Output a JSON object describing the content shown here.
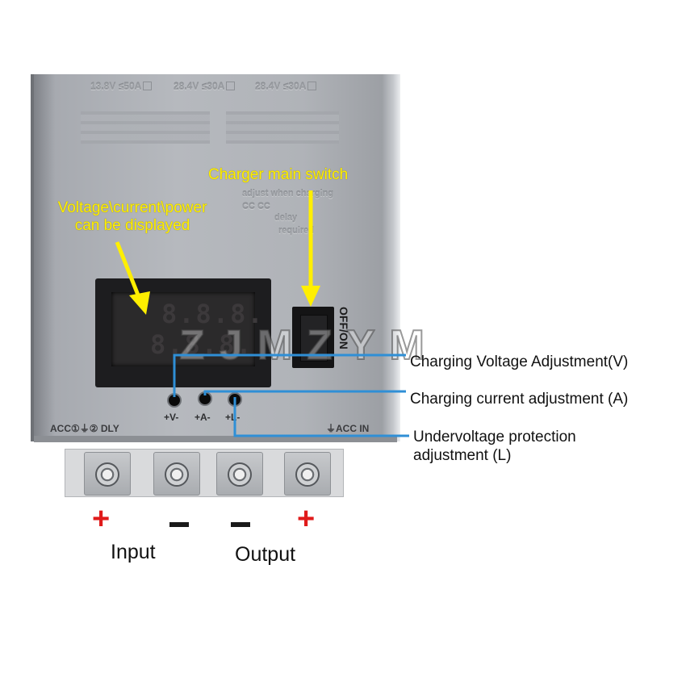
{
  "device": {
    "spec_header": [
      "13.8V ≤50A",
      "28.4V ≤30A",
      "28.4V ≤30A"
    ],
    "faint_text_lines": [
      "adjust when charging",
      "CC CC",
      "delay",
      "required"
    ],
    "display_digits_top": "8.8.8.",
    "display_digits_bottom": "8.8.8.",
    "switch_label": "OFF/ON",
    "pot_labels": [
      "+V-",
      "+A-",
      "+L-"
    ],
    "left_terminal_label": "ACC①⏚② DLY",
    "right_terminal_label": "⏚ACC IN"
  },
  "annotations": {
    "display_note_line1": "Voltage\\current\\power",
    "display_note_line2": "can be displayed",
    "switch_note": "Charger main switch",
    "callout_voltage": "Charging Voltage Adjustment(V)",
    "callout_current": "Charging current adjustment (A)",
    "callout_under_line1": "Undervoltage protection",
    "callout_under_line2": "adjustment (L)"
  },
  "terminals": {
    "signs": [
      "+",
      "-",
      "-",
      "+"
    ],
    "input_label": "Input",
    "output_label": "Output"
  },
  "watermark": "ZJMZYM",
  "colors": {
    "annotation_yellow": "#ffef00",
    "leader_line_blue": "#2f8fd6",
    "plus_red": "#e01b1b"
  }
}
